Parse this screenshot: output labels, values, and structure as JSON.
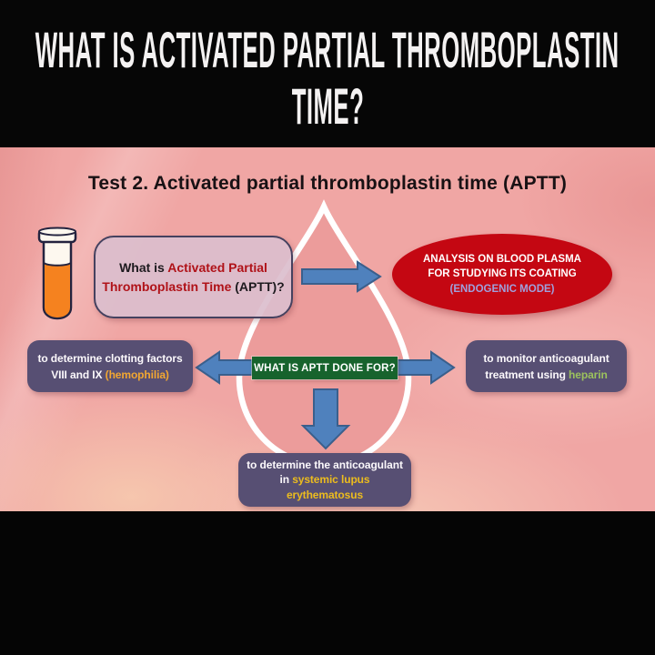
{
  "page": {
    "top_title_line1": "WHAT IS ACTIVATED PARTIAL THROMBOPLASTIN",
    "top_title_line2": "TIME?"
  },
  "slide": {
    "heading": "Test 2. Activated partial thromboplastin time (APTT)",
    "question_box": {
      "line1_black": "What is ",
      "line1_red": "Activated Partial",
      "line2_red": "Thromboplastin Time",
      "line2_black": " (APTT)?"
    },
    "plasma_ellipse": {
      "line1": "ANALYSIS ON BLOOD PLASMA",
      "line2": "FOR STUDYING ITS COATING",
      "line3": "(ENDOGENIC MODE)"
    },
    "center_box": {
      "label": "WHAT IS APTT DONE FOR?"
    },
    "clotting_box": {
      "line1": "to determine clotting factors",
      "line2_white": "VIII and IX ",
      "line2_orange": "(hemophilia)"
    },
    "heparin_box": {
      "line1": "to monitor anticoagulant",
      "line2_white": "treatment using ",
      "line2_green": "heparin"
    },
    "lupus_box": {
      "line1": "to determine the anticoagulant",
      "line2_white": "in ",
      "line2_yellow": "systemic lupus",
      "line3_yellow": "erythematosus"
    }
  },
  "colors": {
    "background_pink": "#f0a6a4",
    "drop_pink": "#ec9c9b",
    "ellipse_red": "#c40712",
    "box_purple": "#574f73",
    "center_green": "#17632d",
    "arrow_blue": "#4f81bd",
    "arrow_border_blue": "#3a5f8c",
    "highlight_red": "#b01218",
    "highlight_orange": "#f2a731",
    "highlight_green": "#9cc25d",
    "highlight_yellow": "#ecbc1e",
    "endogenic_lavender": "#a0a0dd",
    "tube_liquid_orange": "#f5821f"
  },
  "icons": {
    "test_tube": "test-tube-icon",
    "blood_drop": "blood-drop-shape",
    "arrows": [
      "arrow-right-icon",
      "arrow-left-icon",
      "arrow-right2-icon",
      "arrow-down-icon"
    ]
  }
}
